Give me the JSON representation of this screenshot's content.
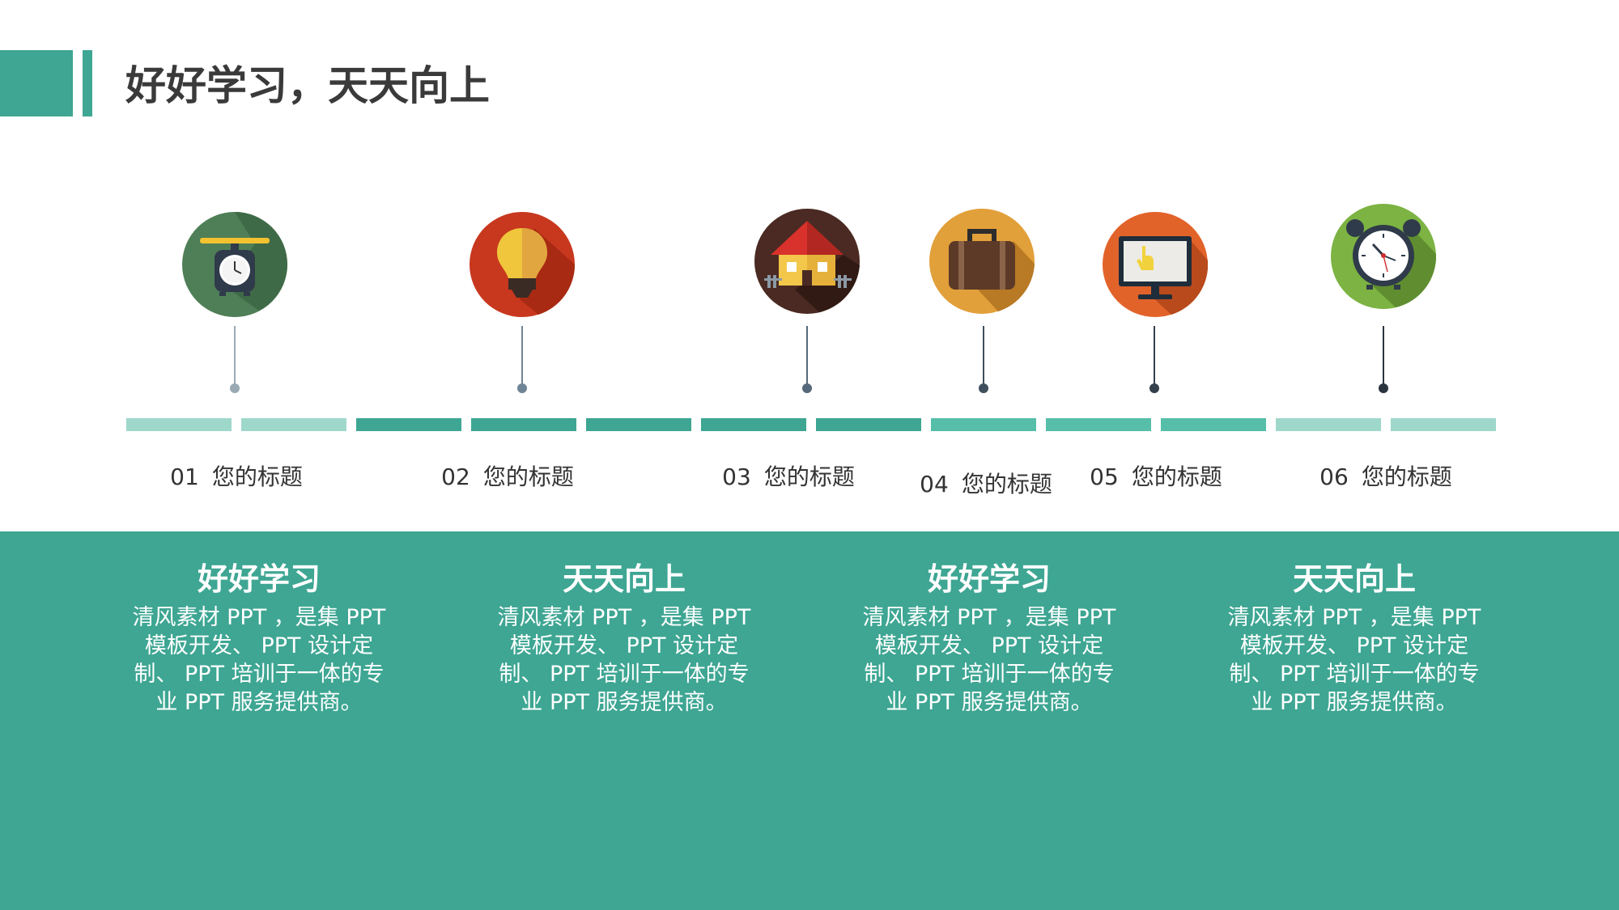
{
  "page": {
    "title": "好好学习，天天向上"
  },
  "timeline": {
    "steps": [
      {
        "number": "01",
        "label": "您的标题",
        "icon": "scale-timer-icon"
      },
      {
        "number": "02",
        "label": "您的标题",
        "icon": "lightbulb-icon"
      },
      {
        "number": "03",
        "label": "您的标题",
        "icon": "house-icon"
      },
      {
        "number": "04",
        "label": "您的标题",
        "icon": "briefcase-icon"
      },
      {
        "number": "05",
        "label": "您的标题",
        "icon": "monitor-touch-icon"
      },
      {
        "number": "06",
        "label": "您的标题",
        "icon": "alarm-clock-icon"
      }
    ],
    "segment_colors": [
      "#9ed8cb",
      "#9ed8cb",
      "#3ea693",
      "#3ea693",
      "#3ea693",
      "#3ea693",
      "#3ea693",
      "#56bea9",
      "#56bea9",
      "#56bea9",
      "#9ed8cb",
      "#9ed8cb"
    ]
  },
  "cards": [
    {
      "title": "好好学习",
      "body": "清风素材 PPT ，是集 PPT 模板开发、 PPT 设计定制、 PPT 培训于一体的专业 PPT 服务提供商。"
    },
    {
      "title": "天天向上",
      "body": "清风素材 PPT ，是集 PPT 模板开发、 PPT 设计定制、 PPT 培训于一体的专业 PPT 服务提供商。"
    },
    {
      "title": "好好学习",
      "body": "清风素材 PPT ，是集 PPT 模板开发、 PPT 设计定制、 PPT 培训于一体的专业 PPT 服务提供商。"
    },
    {
      "title": "天天向上",
      "body": "清风素材 PPT ，是集 PPT 模板开发、 PPT 设计定制、 PPT 培训于一体的专业 PPT 服务提供商。"
    }
  ],
  "colors": {
    "accent": "#3ea693",
    "accent_light": "#9ed8cb",
    "accent_mid": "#56bea9",
    "text_dark": "#333333"
  }
}
